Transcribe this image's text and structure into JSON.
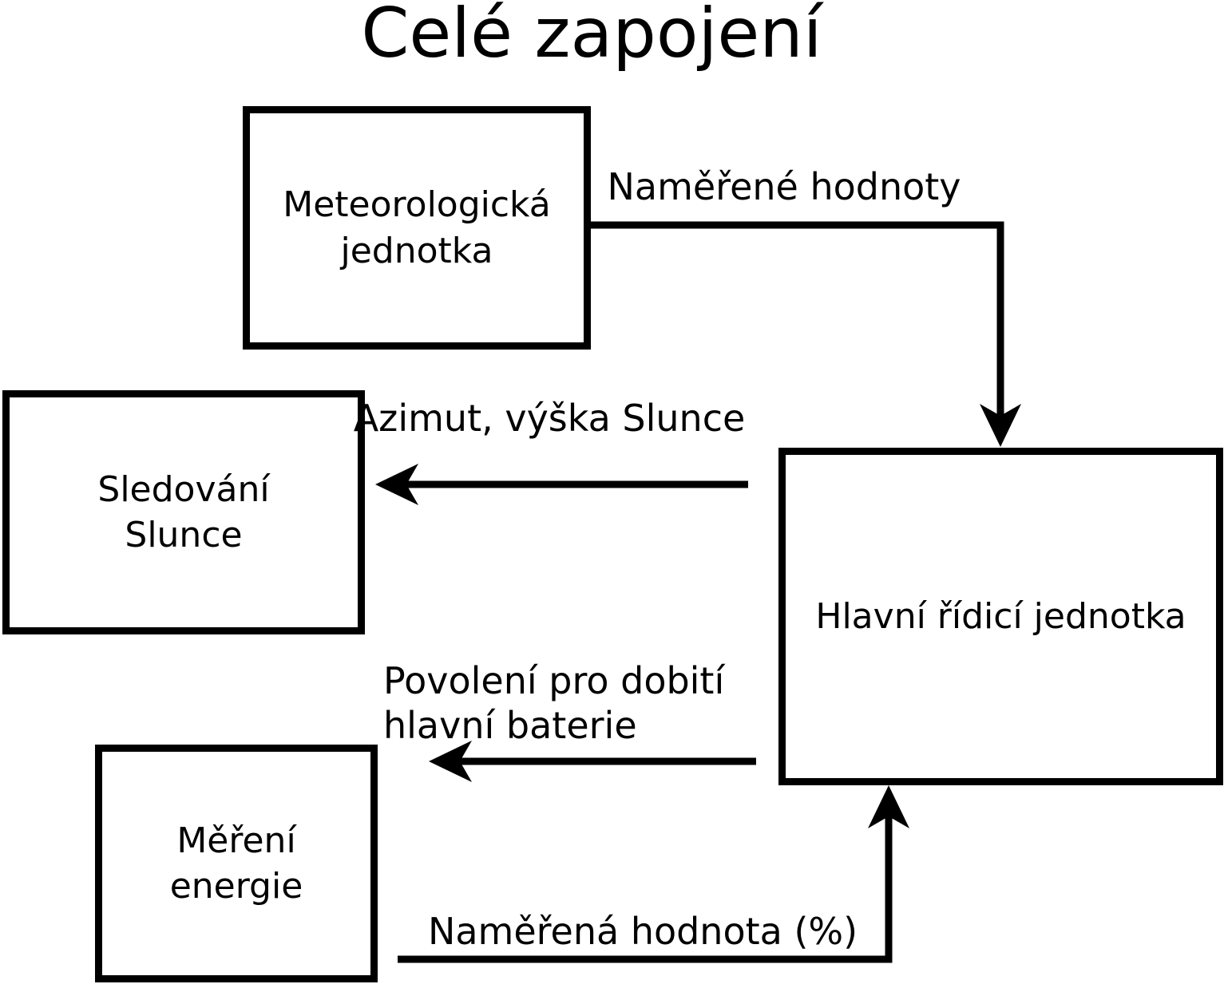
{
  "diagram": {
    "title": "Celé zapojení",
    "nodes": {
      "meteo": {
        "line1": "Meteorologická",
        "line2": "jednotka"
      },
      "sun_tracking": {
        "line1": "Sledování",
        "line2": "Slunce"
      },
      "energy": {
        "line1": "Měření",
        "line2": "energie"
      },
      "main_unit": {
        "line1": "Hlavní řídicí jednotka"
      }
    },
    "edges": {
      "measured_values": {
        "label": "Naměřené hodnoty"
      },
      "azimuth": {
        "label": "Azimut, výška Slunce"
      },
      "charge_permission": {
        "line1": "Povolení pro dobití",
        "line2": "hlavní baterie"
      },
      "measured_percent": {
        "label": "Naměřená hodnota (%)"
      }
    },
    "colors": {
      "stroke": "#000000",
      "text": "#000000",
      "background": "#ffffff"
    }
  }
}
